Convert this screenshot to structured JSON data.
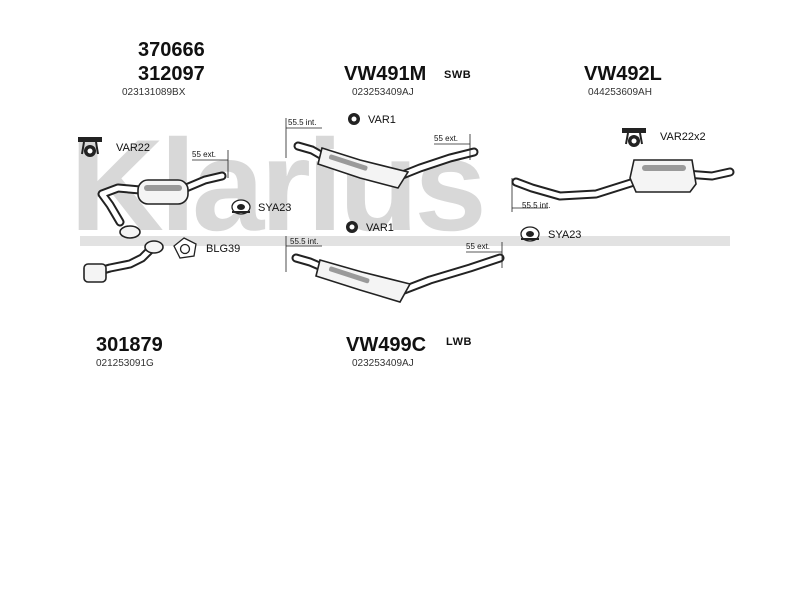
{
  "watermark": "Klarius",
  "parts": {
    "front_pipe_a": {
      "number": "370666"
    },
    "front_pipe_b": {
      "number": "312097",
      "oem": "023131089BX"
    },
    "centre_swb": {
      "number": "VW491M",
      "variant": "SWB",
      "oem": "023253409AJ"
    },
    "rear": {
      "number": "VW492L",
      "oem": "044253609AH"
    },
    "downpipe": {
      "number": "301879",
      "oem": "021253091G"
    },
    "centre_lwb": {
      "number": "VW499C",
      "variant": "LWB",
      "oem": "023253409AJ"
    }
  },
  "fittings": {
    "var22": "VAR22",
    "var1_top": "VAR1",
    "var1_bottom": "VAR1",
    "var22x2": "VAR22x2",
    "sya23_left": "SYA23",
    "sya23_right": "SYA23",
    "blg39": "BLG39"
  },
  "dimensions": {
    "ext_front": "55 ext.",
    "int_swb": "55.5 int.",
    "ext_swb": "55 ext.",
    "int_rear": "55.5 int.",
    "int_lwb": "55.5 int.",
    "ext_lwb": "55 ext."
  },
  "icons": [
    "rubber-hanger-icon",
    "clamp-icon",
    "flange-gasket-icon"
  ]
}
